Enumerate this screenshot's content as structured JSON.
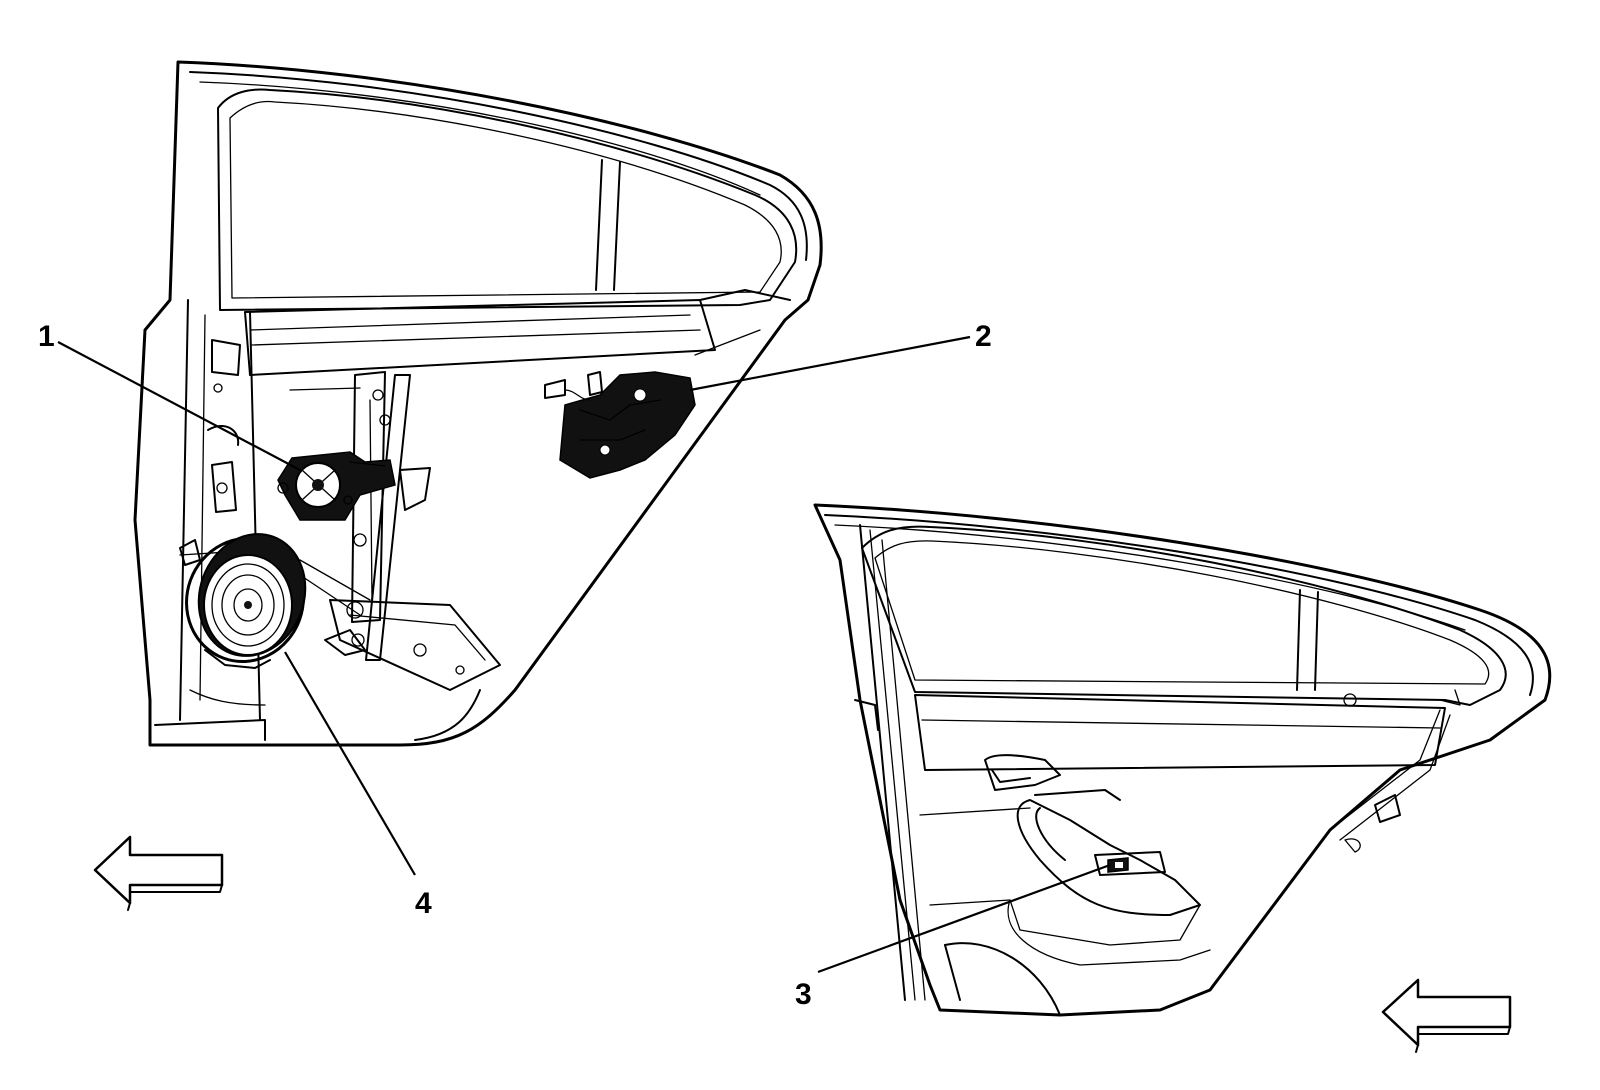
{
  "callouts": {
    "c1": "1",
    "c2": "2",
    "c3": "3",
    "c4": "4"
  },
  "icons": {
    "left_arrow": "direction-arrow-left-icon",
    "right_arrow": "direction-arrow-left-icon"
  },
  "colors": {
    "line": "#000000",
    "background": "#ffffff"
  }
}
